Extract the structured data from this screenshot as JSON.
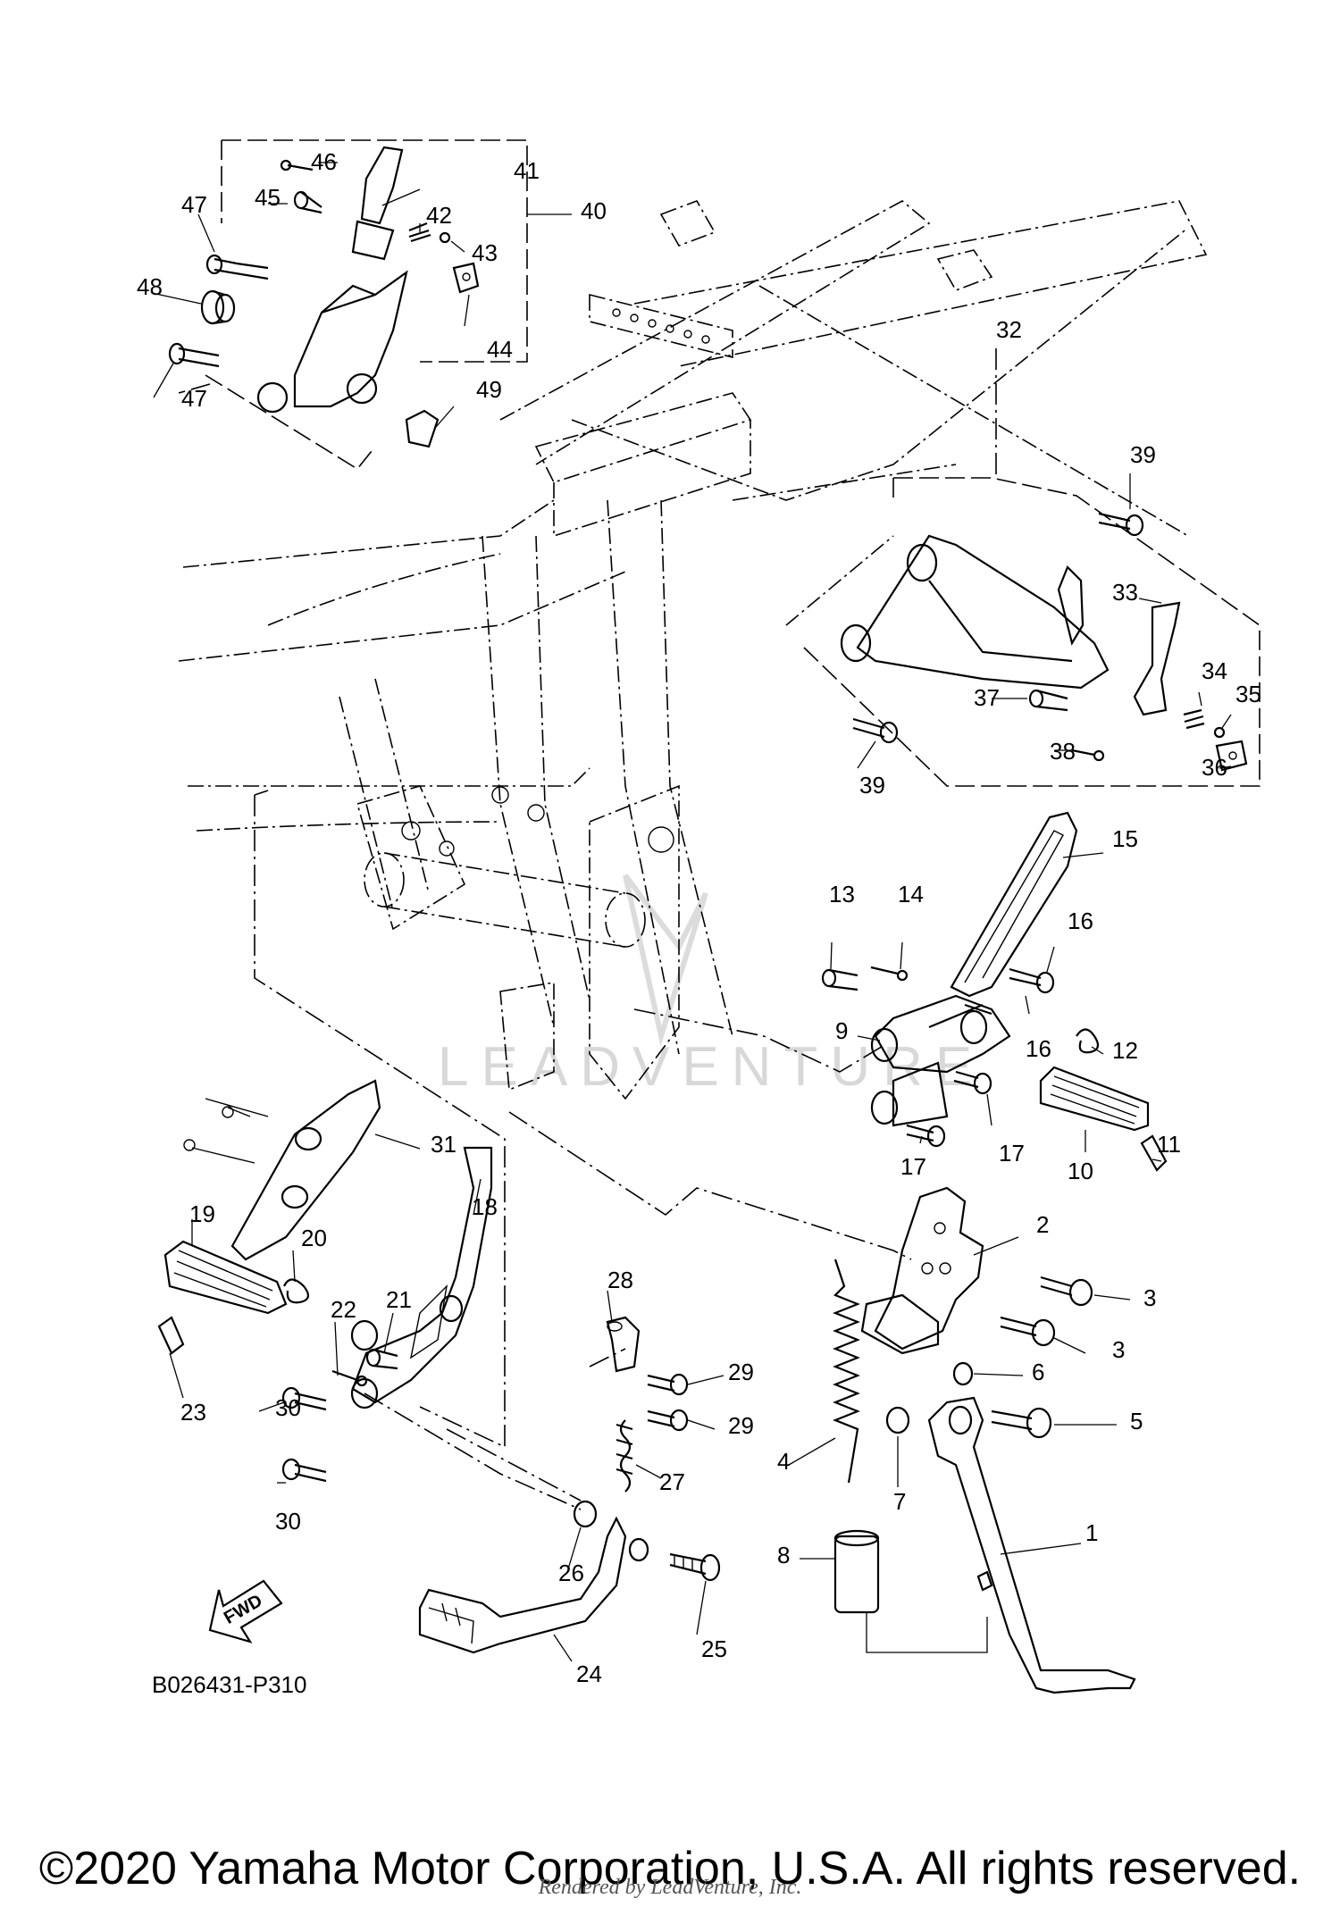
{
  "drawing_code": "B026431-P310",
  "forward_marker": "FWD",
  "watermark": "LEADVENTURE",
  "copyright": "©2020 Yamaha Motor Corporation, U.S.A. All rights reserved.",
  "render_note": "Rendered by LeadVenture, Inc.",
  "callouts": [
    "1",
    "2",
    "3",
    "3",
    "4",
    "5",
    "6",
    "7",
    "8",
    "9",
    "10",
    "11",
    "12",
    "13",
    "14",
    "15",
    "16",
    "16",
    "17",
    "17",
    "18",
    "19",
    "20",
    "21",
    "22",
    "23",
    "24",
    "25",
    "26",
    "27",
    "28",
    "29",
    "29",
    "30",
    "30",
    "31",
    "32",
    "33",
    "34",
    "35",
    "36",
    "37",
    "38",
    "39",
    "39",
    "40",
    "41",
    "42",
    "43",
    "44",
    "45",
    "46",
    "47",
    "47",
    "48",
    "49"
  ]
}
